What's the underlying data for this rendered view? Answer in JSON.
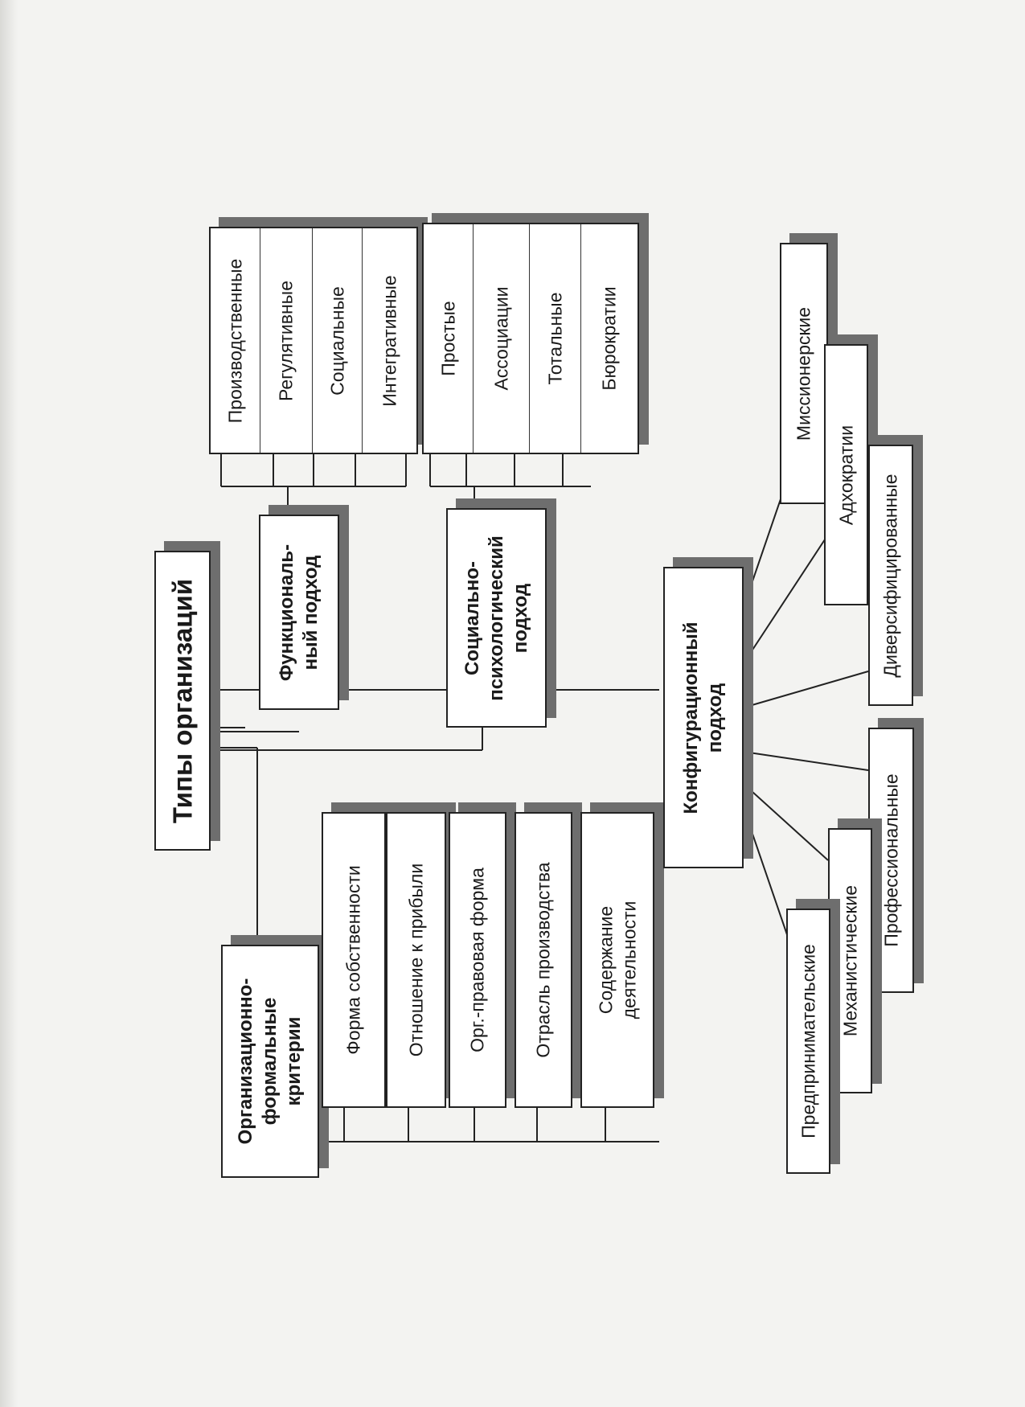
{
  "diagram": {
    "root": "Типы организаций",
    "branches": [
      {
        "id": "functional",
        "title": "Функциональ-ный подход",
        "items": [
          "Производственные",
          "Регулятивные",
          "Социальные",
          "Интегративные"
        ]
      },
      {
        "id": "socio",
        "title": "Социально-психологический подход",
        "items": [
          "Простые",
          "Ассоциации",
          "Тотальные",
          "Бюрократии"
        ]
      },
      {
        "id": "formal",
        "title": "Организационно-формальные критерии",
        "items": [
          "Форма собственности",
          "Отношение к прибыли",
          "Орг.-правовая форма",
          "Отрасль производства",
          "Содержание деятельности"
        ]
      },
      {
        "id": "config",
        "title": "Конфигурационный подход",
        "items": [
          "Миссионерские",
          "Адхократии",
          "Диверсифицированные",
          "Профессиональные",
          "Механистические",
          "Предпринимательские"
        ]
      }
    ]
  },
  "colors": {
    "line": "#222222",
    "shadow": "#6e6e6e",
    "paper": "#f3f3f1"
  }
}
